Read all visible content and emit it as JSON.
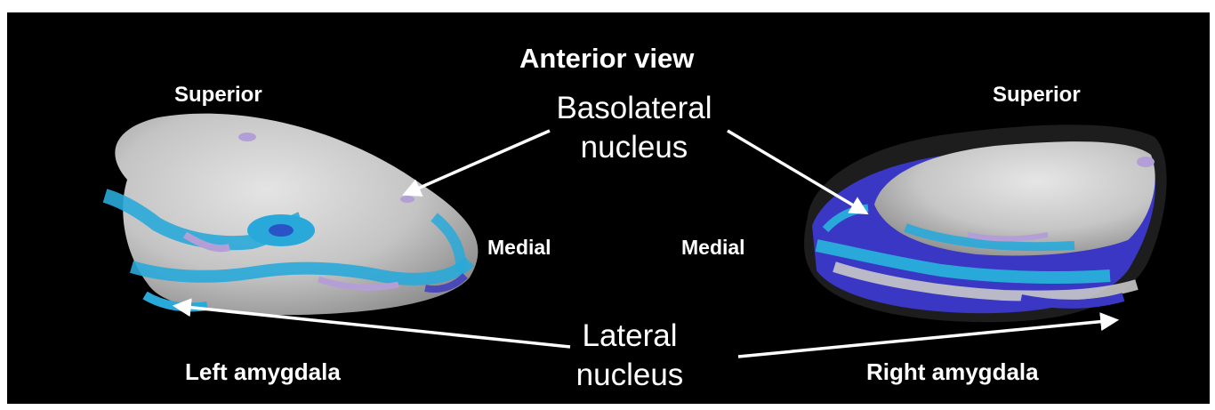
{
  "figure": {
    "title": "Anterior view",
    "labels": {
      "superior_left": "Superior",
      "superior_right": "Superior",
      "medial_left": "Medial",
      "medial_right": "Medial",
      "left_amygdala": "Left amygdala",
      "right_amygdala": "Right amygdala"
    },
    "callouts": {
      "basolateral_line1": "Basolateral",
      "basolateral_line2": "nucleus",
      "lateral_line1": "Lateral",
      "lateral_line2": "nucleus"
    }
  },
  "colors": {
    "background": "#000000",
    "surface_gray": "#c9c9c9",
    "cyan": "#29a9d9",
    "violet": "#b39fd6",
    "deep_blue": "#3a37c4",
    "text": "#ffffff"
  }
}
